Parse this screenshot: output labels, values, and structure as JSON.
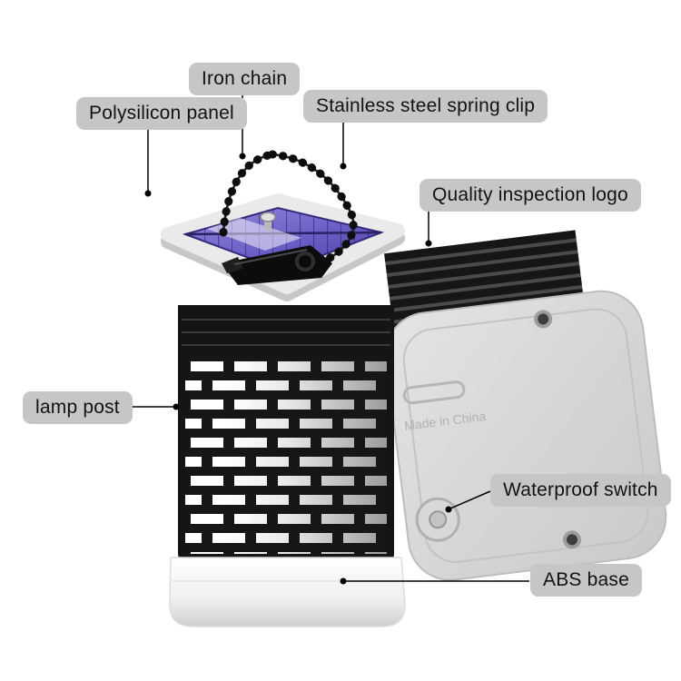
{
  "annotations": {
    "iron_chain": {
      "label": "Iron chain"
    },
    "polysilicon_panel": {
      "label": "Polysilicon panel"
    },
    "spring_clip": {
      "label": "Stainless steel spring clip"
    },
    "quality_logo": {
      "label": "Quality inspection logo"
    },
    "lamp_post": {
      "label": "lamp post"
    },
    "waterproof_switch": {
      "label": "Waterproof switch"
    },
    "abs_base": {
      "label": "ABS base"
    }
  },
  "product": {
    "embossed_text": "Made in China"
  },
  "colors": {
    "background": "#ffffff",
    "callout_bg": "#c6c6c6",
    "callout_text": "#121212",
    "solar_panel": "#6a5ec4",
    "lamp_black": "#151515",
    "bottom_shell_gray": "#d6d6d6"
  }
}
